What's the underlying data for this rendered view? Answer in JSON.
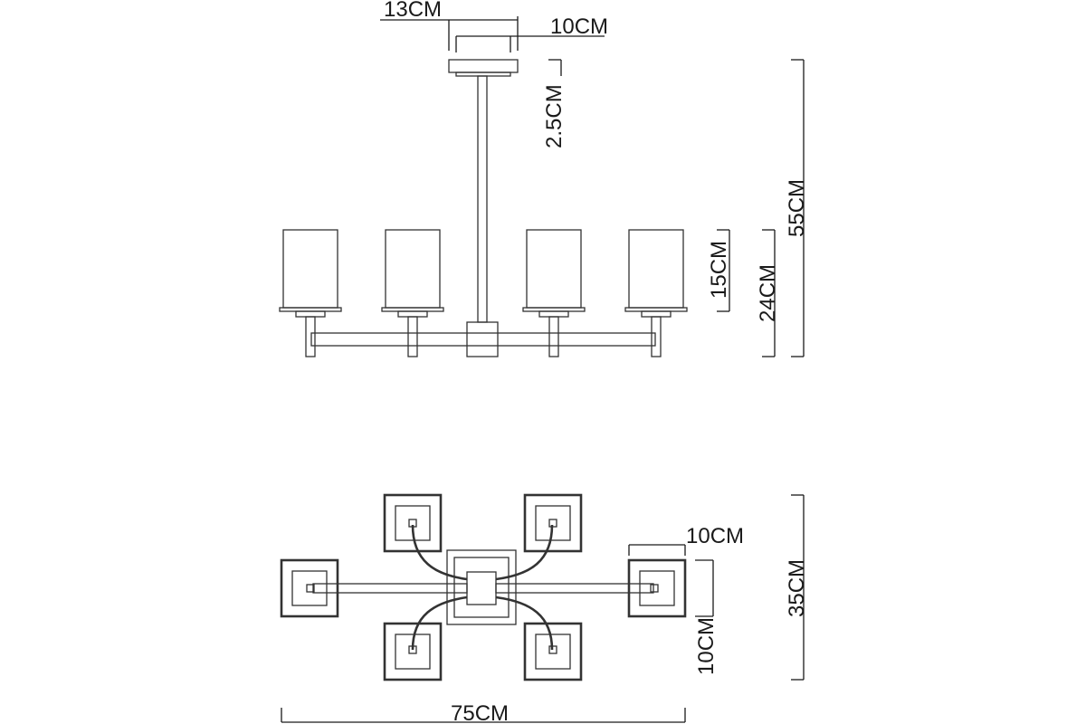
{
  "dimensions": {
    "canopy_outer": "13CM",
    "canopy_inner": "10CM",
    "canopy_height": "2.5CM",
    "total_height": "55CM",
    "shade_height": "15CM",
    "arm_height": "24CM",
    "shade_width": "10CM",
    "shade_depth": "10CM",
    "total_depth": "35CM",
    "total_width": "75CM"
  },
  "colors": {
    "line": "#333333",
    "text": "#1a1a1a",
    "background": "#ffffff"
  }
}
